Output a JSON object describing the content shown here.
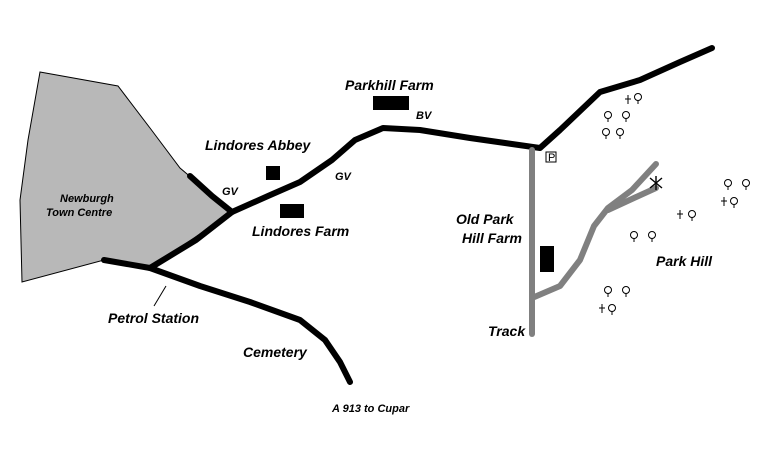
{
  "map": {
    "town_area": "Newburgh\nTown Centre",
    "labels": {
      "parkhill_farm": "Parkhill Farm",
      "bv": "BV",
      "lindores_abbey": "Lindores Abbey",
      "gv_left": "GV",
      "gv_right": "GV",
      "lindores_farm": "Lindores Farm",
      "old_park_hill_farm_1": "Old Park",
      "old_park_hill_farm_2": "Hill Farm",
      "park_hill": "Park Hill",
      "petrol_station": "Petrol Station",
      "cemetery": "Cemetery",
      "track": "Track",
      "a913": "A 913 to Cupar",
      "parking": "P",
      "town_line1": "Newburgh",
      "town_line2": "Town Centre"
    },
    "colors": {
      "road": "#000000",
      "track": "#808080",
      "town_fill": "#b8b8b8",
      "building": "#000000"
    },
    "icons": [
      "tree-icon",
      "viewpoint-icon",
      "parking-icon"
    ]
  }
}
